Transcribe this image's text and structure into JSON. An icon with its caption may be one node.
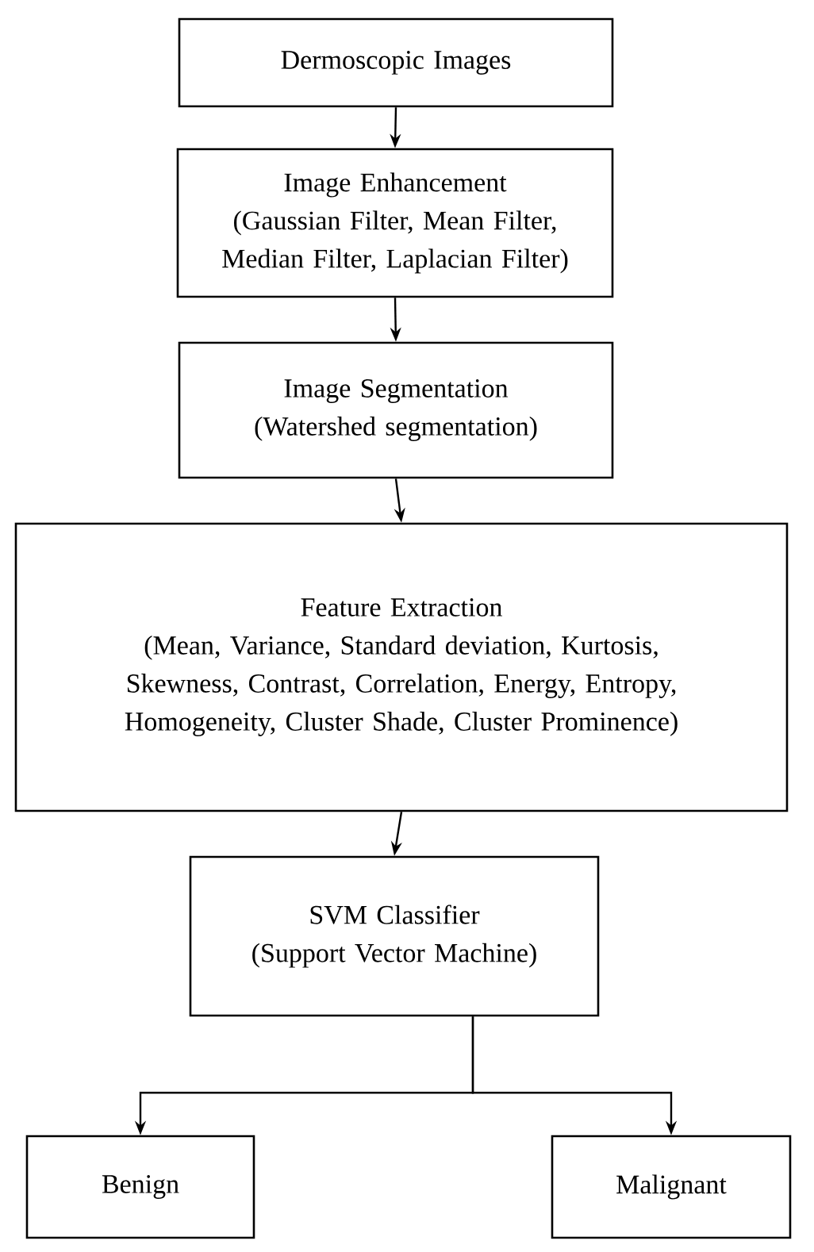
{
  "diagram": {
    "nodes": [
      {
        "text": [
          "Dermoscopic Images"
        ]
      },
      {
        "text": [
          "Image Enhancement",
          "(Gaussian Filter, Mean Filter, Median Filter, Laplacian Filter)"
        ]
      },
      {
        "text": [
          "Image Segmentation",
          "(Watershed segmentation)"
        ]
      },
      {
        "text": [
          "Feature Extraction",
          "(Mean, Variance, Standard deviation, Kurtosis, Skewness, Contrast, Correlation, Energy, Entropy, Homogeneity, Cluster Shade, Cluster Prominence)"
        ]
      },
      {
        "text": [
          "SVM Classifier",
          "(Support Vector Machine)"
        ]
      },
      {
        "text": [
          "Benign"
        ]
      },
      {
        "text": [
          "Malignant"
        ]
      }
    ],
    "edges": [
      {
        "from": 0,
        "to": 1,
        "arrow": "to"
      },
      {
        "from": 1,
        "to": 2,
        "arrow": "to"
      },
      {
        "from": 2,
        "to": 3,
        "arrow": "to"
      },
      {
        "from": 3,
        "to": 4,
        "arrow": "to"
      },
      {
        "from": 4,
        "to": 5,
        "arrow": "to"
      },
      {
        "from": 4,
        "to": 6,
        "arrow": "to"
      }
    ]
  }
}
